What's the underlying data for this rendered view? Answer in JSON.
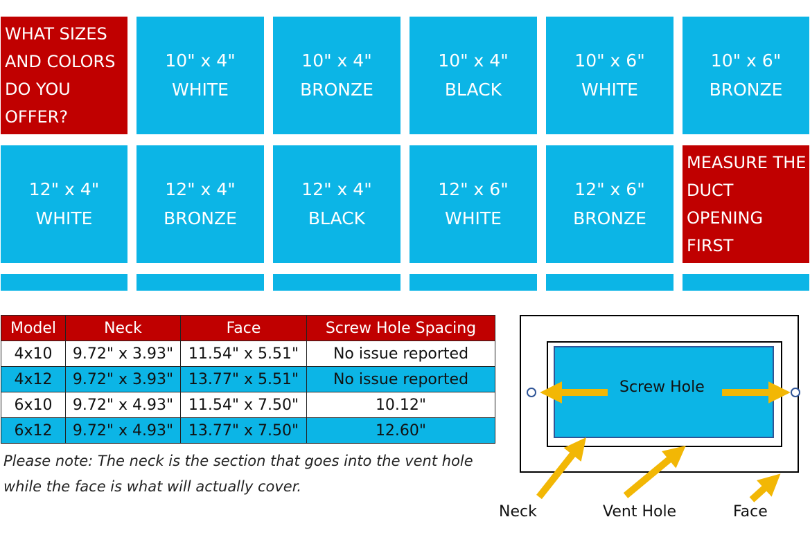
{
  "tiles": {
    "question": [
      "WHAT SIZES",
      "AND COLORS",
      "DO YOU",
      "OFFER?"
    ],
    "row1": [
      {
        "size": "10\" x 4\"",
        "color": "WHITE"
      },
      {
        "size": "10\" x 4\"",
        "color": "BRONZE"
      },
      {
        "size": "10\" x 4\"",
        "color": "BLACK"
      },
      {
        "size": "10\" x 6\"",
        "color": "WHITE"
      },
      {
        "size": "10\" x 6\"",
        "color": "BRONZE"
      }
    ],
    "row2": [
      {
        "size": "12\" x 4\"",
        "color": "WHITE"
      },
      {
        "size": "12\" x 4\"",
        "color": "BRONZE"
      },
      {
        "size": "12\" x 4\"",
        "color": "BLACK"
      },
      {
        "size": "12\" x 6\"",
        "color": "WHITE"
      },
      {
        "size": "12\" x 6\"",
        "color": "BRONZE"
      }
    ],
    "tip": [
      "MEASURE THE",
      "DUCT",
      "OPENING",
      "FIRST"
    ]
  },
  "table": {
    "headers": [
      "Model",
      "Neck",
      "Face",
      "Screw Hole Spacing"
    ],
    "rows": [
      [
        "4x10",
        "9.72\" x 3.93\"",
        "11.54\" x 5.51\"",
        "No issue reported"
      ],
      [
        "4x12",
        "9.72\" x 3.93\"",
        "13.77\" x 5.51\"",
        "No issue reported"
      ],
      [
        "6x10",
        "9.72\" x 4.93\"",
        "11.54\" x 7.50\"",
        "10.12\""
      ],
      [
        "6x12",
        "9.72\" x 4.93\"",
        "13.77\" x 7.50\"",
        "12.60\""
      ]
    ]
  },
  "note": {
    "line1": "Please note: The neck is the section that goes into the vent hole",
    "line2": "while the face is what will actually cover."
  },
  "diagram": {
    "screw_hole_label": "Screw Hole",
    "neck_label": "Neck",
    "vent_hole_label": "Vent Hole",
    "face_label": "Face"
  },
  "colors": {
    "tile_blue": "#0cb5e6",
    "tile_red": "#c00000",
    "arrow_yellow": "#f2b705"
  }
}
